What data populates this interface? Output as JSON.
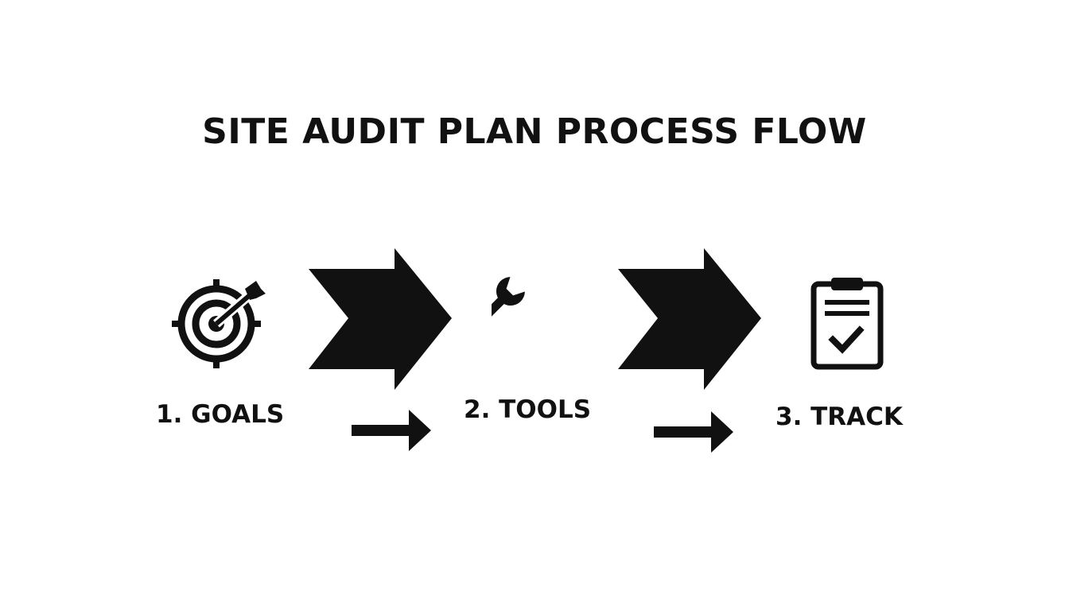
{
  "title": "SITE AUDIT PLAN PROCESS FLOW",
  "steps": [
    {
      "label": "1. GOALS",
      "icon": "target-arrow-icon"
    },
    {
      "label": "2. TOOLS",
      "icon": "wrench-icon"
    },
    {
      "label": "3. TRACK",
      "icon": "clipboard-check-icon"
    }
  ],
  "colors": {
    "ink": "#111111",
    "background": "#ffffff"
  }
}
